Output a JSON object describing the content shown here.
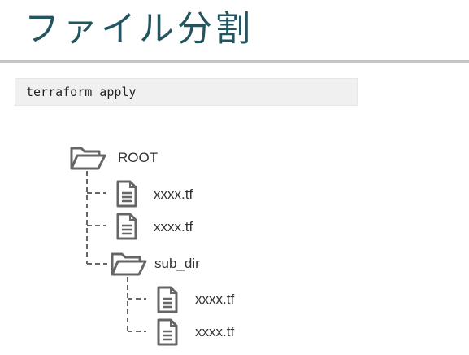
{
  "header": {
    "title": "ファイル分割"
  },
  "command": {
    "text": "terraform apply"
  },
  "tree": {
    "root": {
      "label": "ROOT",
      "icon": "folder-open-icon"
    },
    "root_files": [
      {
        "label": "xxxx.tf",
        "icon": "file-icon"
      },
      {
        "label": "xxxx.tf",
        "icon": "file-icon"
      }
    ],
    "sub_dir": {
      "label": "sub_dir",
      "icon": "folder-open-icon"
    },
    "sub_files": [
      {
        "label": "xxxx.tf",
        "icon": "file-icon"
      },
      {
        "label": "xxxx.tf",
        "icon": "file-icon"
      }
    ]
  },
  "colors": {
    "title": "#24555f",
    "icon_stroke": "#666666",
    "rule": "#c5c5c5",
    "code_bg": "#f0f0f0"
  }
}
